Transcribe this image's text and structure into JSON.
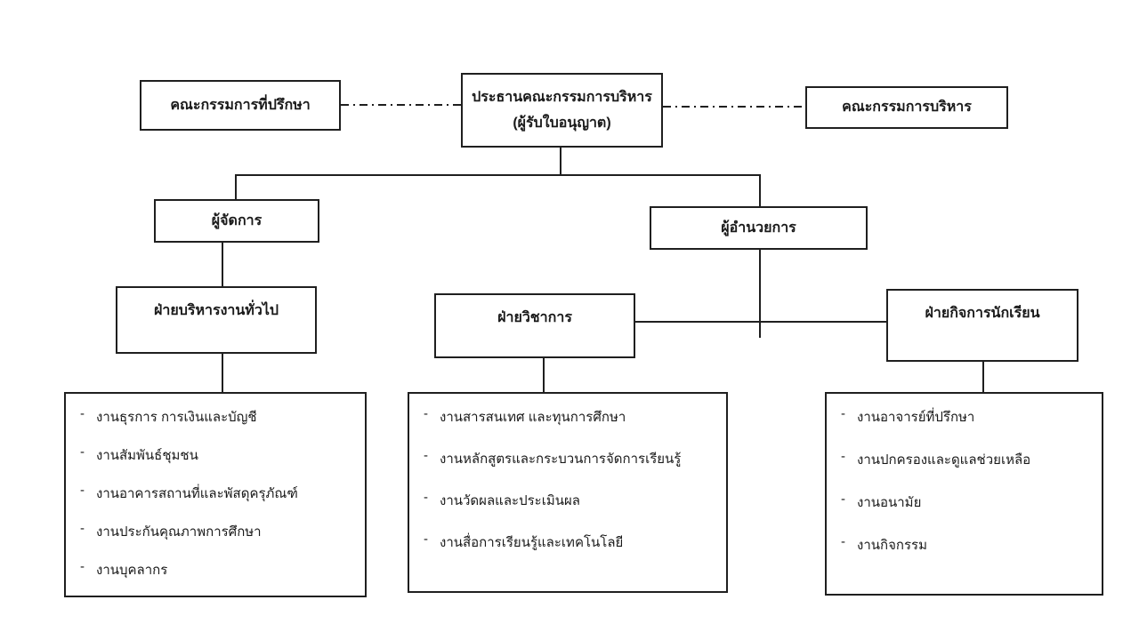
{
  "bullet": "-",
  "colors": {
    "line": "#1f1f1f",
    "background": "#ffffff",
    "text": "#1a1a1a"
  },
  "org": {
    "advisory": {
      "label": "คณะกรรมการที่ปรึกษา"
    },
    "chairman": {
      "line1": "ประธานคณะกรรมการบริหาร",
      "line2": "(ผู้รับใบอนุญาต)"
    },
    "executive": {
      "label": "คณะกรรมการบริหาร"
    },
    "manager": {
      "label": "ผู้จัดการ"
    },
    "director": {
      "label": "ผู้อำนวยการ"
    },
    "departments": {
      "general": {
        "label": "ฝ่ายบริหารงานทั่วไป"
      },
      "academic": {
        "label": "ฝ่ายวิชาการ"
      },
      "student": {
        "label": "ฝ่ายกิจการนักเรียน"
      }
    },
    "lists": {
      "general": {
        "items": [
          "งานธุรการ การเงินและบัญชี",
          "งานสัมพันธ์ชุมชน",
          "งานอาคารสถานที่และพัสดุครุภัณฑ์",
          "งานประกันคุณภาพการศึกษา",
          "งานบุคลากร"
        ]
      },
      "academic": {
        "items": [
          "งานสารสนเทศ และทุนการศึกษา",
          "งานหลักสูตรและกระบวนการจัดการเรียนรู้",
          "งานวัดผลและประเมินผล",
          "งานสื่อการเรียนรู้และเทคโนโลยี"
        ]
      },
      "student": {
        "items": [
          "งานอาจารย์ที่ปรึกษา",
          "งานปกครองและดูแลช่วยเหลือ",
          "งานอนามัย",
          "งานกิจกรรม"
        ]
      }
    }
  }
}
